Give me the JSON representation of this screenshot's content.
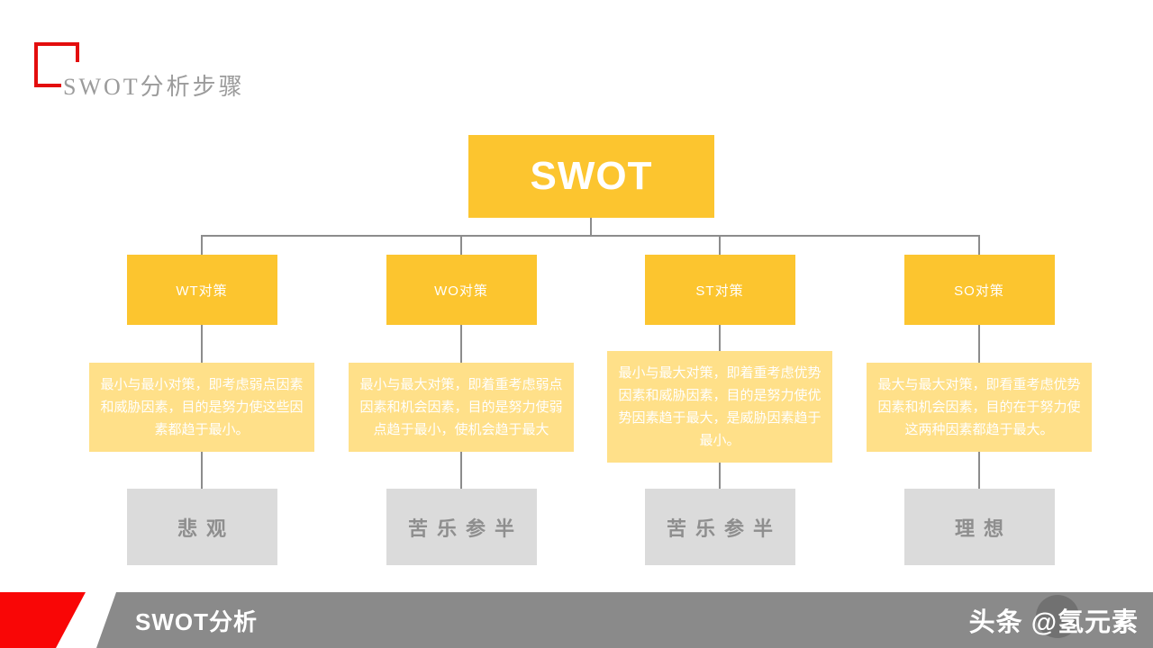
{
  "slide": {
    "title": "SWOT分析步骤"
  },
  "diagram": {
    "root_label": "SWOT",
    "columns": [
      {
        "strategy": "WT对策",
        "description": "最小与最小对策，即考虑弱点因素和威胁因素，目的是努力使这些因素都趋于最小。",
        "result": "悲观"
      },
      {
        "strategy": "WO对策",
        "description": "最小与最大对策，即着重考虑弱点因素和机会因素，目的是努力使弱点趋于最小，使机会趋于最大",
        "result": "苦乐参半"
      },
      {
        "strategy": "ST对策",
        "description": "最小与最大对策，即着重考虑优势因素和威胁因素，目的是努力使优势因素趋于最大，是威胁因素趋于最小。",
        "result": "苦乐参半"
      },
      {
        "strategy": "SO对策",
        "description": "最大与最大对策，即看重考虑优势因素和机会因素，目的在于努力使这两种因素都趋于最大。",
        "result": "理想"
      }
    ]
  },
  "footer": {
    "bar_label": "SWOT分析",
    "watermark": "头条 @氢元素"
  },
  "colors": {
    "accent_yellow": "#FCC52F",
    "light_yellow": "#FFE089",
    "result_gray": "#DBDBDB",
    "connector_gray": "#8C8C8C",
    "footer_gray": "#8A8A8A",
    "red": "#F90606",
    "title_gray": "#9B9B9B"
  }
}
